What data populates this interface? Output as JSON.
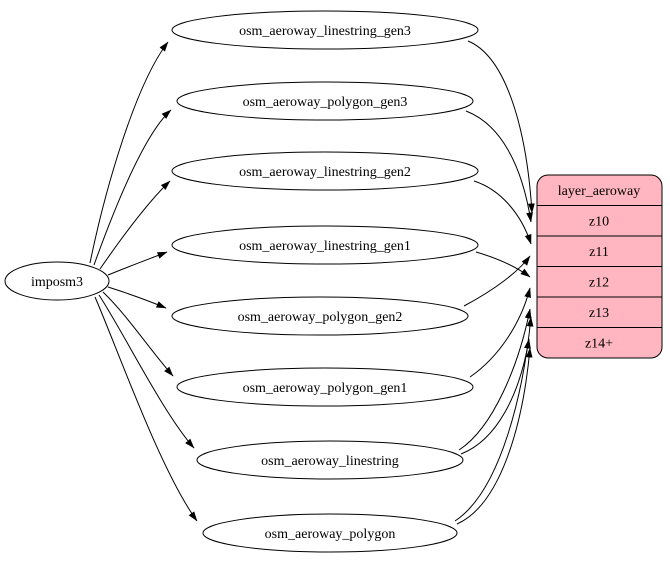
{
  "diagram": {
    "source": {
      "label": "imposm3"
    },
    "tables": [
      {
        "label": "osm_aeroway_linestring_gen3"
      },
      {
        "label": "osm_aeroway_polygon_gen3"
      },
      {
        "label": "osm_aeroway_linestring_gen2"
      },
      {
        "label": "osm_aeroway_linestring_gen1"
      },
      {
        "label": "osm_aeroway_polygon_gen2"
      },
      {
        "label": "osm_aeroway_polygon_gen1"
      },
      {
        "label": "osm_aeroway_linestring"
      },
      {
        "label": "osm_aeroway_polygon"
      }
    ],
    "layer": {
      "title": "layer_aeroway",
      "rows": [
        "z10",
        "z11",
        "z12",
        "z13",
        "z14+"
      ],
      "fill": "#ffb6c1",
      "stroke": "#000000"
    },
    "edges": [
      {
        "from": "imposm3",
        "to": "osm_aeroway_linestring_gen3"
      },
      {
        "from": "imposm3",
        "to": "osm_aeroway_polygon_gen3"
      },
      {
        "from": "imposm3",
        "to": "osm_aeroway_linestring_gen2"
      },
      {
        "from": "imposm3",
        "to": "osm_aeroway_linestring_gen1"
      },
      {
        "from": "imposm3",
        "to": "osm_aeroway_polygon_gen2"
      },
      {
        "from": "imposm3",
        "to": "osm_aeroway_polygon_gen1"
      },
      {
        "from": "imposm3",
        "to": "osm_aeroway_linestring"
      },
      {
        "from": "imposm3",
        "to": "osm_aeroway_polygon"
      },
      {
        "from": "osm_aeroway_linestring_gen3",
        "to": "z10"
      },
      {
        "from": "osm_aeroway_polygon_gen3",
        "to": "z10"
      },
      {
        "from": "osm_aeroway_linestring_gen2",
        "to": "z11"
      },
      {
        "from": "osm_aeroway_polygon_gen2",
        "to": "z11"
      },
      {
        "from": "osm_aeroway_linestring_gen1",
        "to": "z12"
      },
      {
        "from": "osm_aeroway_polygon_gen1",
        "to": "z12"
      },
      {
        "from": "osm_aeroway_linestring",
        "to": "z13"
      },
      {
        "from": "osm_aeroway_polygon",
        "to": "z13"
      },
      {
        "from": "osm_aeroway_linestring",
        "to": "z14+"
      },
      {
        "from": "osm_aeroway_polygon",
        "to": "z14+"
      }
    ]
  }
}
